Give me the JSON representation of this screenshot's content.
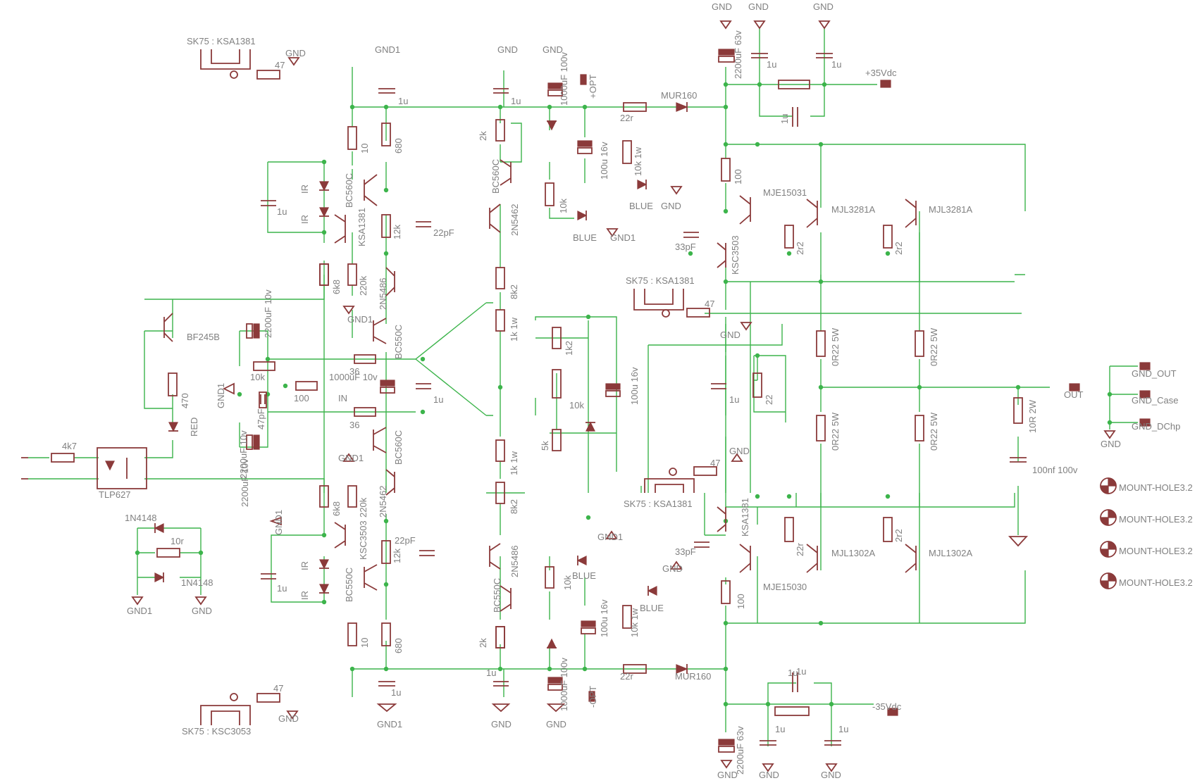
{
  "colors": {
    "background": "#ffffff",
    "wire": "#3cb44b",
    "component": "#8b3a3a",
    "text": "#808080"
  },
  "labels": [
    {
      "id": "sk75-ksa1381-top",
      "text": "SK75 : KSA1381"
    },
    {
      "id": "gnd-sk-top",
      "text": "GND"
    },
    {
      "id": "r47-sk-top",
      "text": "47"
    },
    {
      "id": "gnd1-top-a",
      "text": "GND1"
    },
    {
      "id": "c1u-top-a",
      "text": "1u"
    },
    {
      "id": "gnd-top-b",
      "text": "GND"
    },
    {
      "id": "gnd-top-c",
      "text": "GND"
    },
    {
      "id": "c1000uf-top",
      "text": "1000uF 100v"
    },
    {
      "id": "opt-top",
      "text": "+OPT"
    },
    {
      "id": "c1u-top-b",
      "text": "1u"
    },
    {
      "id": "r22r-top",
      "text": "22r"
    },
    {
      "id": "mur160-top",
      "text": "MUR160"
    },
    {
      "id": "gnd-top-d",
      "text": "GND"
    },
    {
      "id": "gnd-top-e",
      "text": "GND"
    },
    {
      "id": "gnd-top-f",
      "text": "GND"
    },
    {
      "id": "c2200uf63v-top",
      "text": "2200uF 63v"
    },
    {
      "id": "c1u-top-c",
      "text": "1u"
    },
    {
      "id": "c1u-top-d",
      "text": "1u"
    },
    {
      "id": "v35-top",
      "text": "+35Vdc"
    },
    {
      "id": "c1u-top-e",
      "text": "1u"
    },
    {
      "id": "r10-top",
      "text": "10"
    },
    {
      "id": "r680-top",
      "text": "680"
    },
    {
      "id": "ir-1",
      "text": "IR"
    },
    {
      "id": "ir-2",
      "text": "IR"
    },
    {
      "id": "bc560c-top",
      "text": "BC560C"
    },
    {
      "id": "ksa1381-q",
      "text": "KSA1381"
    },
    {
      "id": "c1u-left-top",
      "text": "1u"
    },
    {
      "id": "r12k-top",
      "text": "12k"
    },
    {
      "id": "c22pf-top",
      "text": "22pF"
    },
    {
      "id": "r2k-top",
      "text": "2k"
    },
    {
      "id": "bc560c-top2",
      "text": "BC560C"
    },
    {
      "id": "q2n5462-top",
      "text": "2N5462"
    },
    {
      "id": "r10k-top",
      "text": "10k"
    },
    {
      "id": "blue-top",
      "text": "BLUE"
    },
    {
      "id": "gnd1-top-led",
      "text": "GND1"
    },
    {
      "id": "c100u16v-top",
      "text": "100u 16v"
    },
    {
      "id": "r10k1w-top",
      "text": "10k 1w"
    },
    {
      "id": "blue-top2",
      "text": "BLUE"
    },
    {
      "id": "gnd-top-led2",
      "text": "GND"
    },
    {
      "id": "r100-top",
      "text": "100"
    },
    {
      "id": "mje15031",
      "text": "MJE15031"
    },
    {
      "id": "mjl3281a-1",
      "text": "MJL3281A"
    },
    {
      "id": "mjl3281a-2",
      "text": "MJL3281A"
    },
    {
      "id": "c33pf-top",
      "text": "33pF"
    },
    {
      "id": "ksc3503-top",
      "text": "KSC3503"
    },
    {
      "id": "r2r2-top-a",
      "text": "2r2"
    },
    {
      "id": "r2r2-top-b",
      "text": "2r2"
    },
    {
      "id": "r6k8-top",
      "text": "6k8"
    },
    {
      "id": "r220k-top",
      "text": "220k"
    },
    {
      "id": "q2n5486-top",
      "text": "2N5486"
    },
    {
      "id": "gnd1-mid-top",
      "text": "GND1"
    },
    {
      "id": "c2200uf10v-top",
      "text": "2200uF 10v"
    },
    {
      "id": "bc550c-top",
      "text": "BC550C"
    },
    {
      "id": "r8k2-top",
      "text": "8k2"
    },
    {
      "id": "bf245b",
      "text": "BF245B"
    },
    {
      "id": "sk75-ksa1381-mid",
      "text": "SK75 : KSA1381"
    },
    {
      "id": "r47-sk-mid",
      "text": "47"
    },
    {
      "id": "gnd-sk-mid",
      "text": "GND"
    },
    {
      "id": "r1k1w-top",
      "text": "1k 1w"
    },
    {
      "id": "r1k2",
      "text": "1k2"
    },
    {
      "id": "r0r22-1",
      "text": "0R22 5W"
    },
    {
      "id": "r0r22-2",
      "text": "0R22 5W"
    },
    {
      "id": "r36-top",
      "text": "36"
    },
    {
      "id": "r10k-mid",
      "text": "10k"
    },
    {
      "id": "c1000uf10v",
      "text": "1000uF 10v"
    },
    {
      "id": "c100u16v-mid",
      "text": "100u 16v"
    },
    {
      "id": "gnd1-left",
      "text": "GND1"
    },
    {
      "id": "r470",
      "text": "470"
    },
    {
      "id": "r100-in",
      "text": "100"
    },
    {
      "id": "in-label",
      "text": "IN"
    },
    {
      "id": "c1u-mid",
      "text": "1u"
    },
    {
      "id": "r10k-pot",
      "text": "10k"
    },
    {
      "id": "c1u-mid2",
      "text": "1u"
    },
    {
      "id": "r22-mid",
      "text": "22"
    },
    {
      "id": "out-label",
      "text": "OUT"
    },
    {
      "id": "gnd-out",
      "text": "GND_OUT"
    },
    {
      "id": "gnd-case",
      "text": "GND_Case"
    },
    {
      "id": "gnd-dchp",
      "text": "GND_DChp"
    },
    {
      "id": "c47pf",
      "text": "47pF"
    },
    {
      "id": "r36-bot",
      "text": "36"
    },
    {
      "id": "red-led",
      "text": "RED"
    },
    {
      "id": "r10r2w",
      "text": "10R 2W"
    },
    {
      "id": "gnd-chassis",
      "text": "GND"
    },
    {
      "id": "r0r22-3",
      "text": "0R22 5W"
    },
    {
      "id": "r0r22-4",
      "text": "0R22 5W"
    },
    {
      "id": "r5k",
      "text": "5k"
    },
    {
      "id": "r4k7",
      "text": "4k7"
    },
    {
      "id": "bc560c-mid",
      "text": "BC560C"
    },
    {
      "id": "r1k1w-bot",
      "text": "1k 1w"
    },
    {
      "id": "gnd-sk-bot",
      "text": "GND"
    },
    {
      "id": "r47-sk-bot",
      "text": "47"
    },
    {
      "id": "c2200uf10v-bot",
      "text": "2200uF 10v"
    },
    {
      "id": "gnd1-mid-bot",
      "text": "GND1"
    },
    {
      "id": "tlp627",
      "text": "TLP627"
    },
    {
      "id": "r6k8-bot",
      "text": "6k8"
    },
    {
      "id": "r220k-bot",
      "text": "220k"
    },
    {
      "id": "q2n5462-bot",
      "text": "2N5462"
    },
    {
      "id": "r8k2-bot",
      "text": "8k2"
    },
    {
      "id": "sk75-ksa1381-bot",
      "text": "SK75 : KSA1381"
    },
    {
      "id": "c100nf",
      "text": "100nf 100v"
    },
    {
      "id": "mh1",
      "text": "MOUNT-HOLE3.2"
    },
    {
      "id": "mh2",
      "text": "MOUNT-HOLE3.2"
    },
    {
      "id": "mh3",
      "text": "MOUNT-HOLE3.2"
    },
    {
      "id": "mh4",
      "text": "MOUNT-HOLE3.2"
    },
    {
      "id": "ksa1381-bot",
      "text": "KSA1381"
    },
    {
      "id": "d1n4148-1",
      "text": "1N4148"
    },
    {
      "id": "gnd1-bot-left",
      "text": "GND1"
    },
    {
      "id": "ksc3503-bot",
      "text": "KSC3503"
    },
    {
      "id": "c22pf-bot",
      "text": "22pF"
    },
    {
      "id": "r10r",
      "text": "10r"
    },
    {
      "id": "r12k-bot",
      "text": "12k"
    },
    {
      "id": "c33pf-bot",
      "text": "33pF"
    },
    {
      "id": "r22r-bot",
      "text": "22r"
    },
    {
      "id": "r2r2-bot-b",
      "text": "2r2"
    },
    {
      "id": "mjl1302a-1",
      "text": "MJL1302A"
    },
    {
      "id": "mjl1302a-2",
      "text": "MJL1302A"
    },
    {
      "id": "gnd1-bot-led",
      "text": "GND1"
    },
    {
      "id": "q2n5486-bot",
      "text": "2N5486"
    },
    {
      "id": "ir-3",
      "text": "IR"
    },
    {
      "id": "ir-4",
      "text": "IR"
    },
    {
      "id": "c1u-bot-left",
      "text": "1u"
    },
    {
      "id": "bc550c-bot",
      "text": "BC550C"
    },
    {
      "id": "d1n4148-2",
      "text": "1N4148"
    },
    {
      "id": "gnd1-bl",
      "text": "GND1"
    },
    {
      "id": "gnd-bl",
      "text": "GND"
    },
    {
      "id": "r10k-bot",
      "text": "10k"
    },
    {
      "id": "blue-bot",
      "text": "BLUE"
    },
    {
      "id": "gnd-bot-led",
      "text": "GND"
    },
    {
      "id": "r100-bot",
      "text": "100"
    },
    {
      "id": "mje15030",
      "text": "MJE15030"
    },
    {
      "id": "blue-bot2",
      "text": "BLUE"
    },
    {
      "id": "r10k1w-bot",
      "text": "10k 1w"
    },
    {
      "id": "c100u16v-bot",
      "text": "100u 16v"
    },
    {
      "id": "bc550c-bot2",
      "text": "BC550C"
    },
    {
      "id": "r2k-bot",
      "text": "2k"
    },
    {
      "id": "r10-bot",
      "text": "10"
    },
    {
      "id": "r680-bot",
      "text": "680"
    },
    {
      "id": "c1000uf-bot",
      "text": "1000uF 100v"
    },
    {
      "id": "c1u-bot-a",
      "text": "1u"
    },
    {
      "id": "r22r-bot2",
      "text": "22r"
    },
    {
      "id": "mur160-bot",
      "text": "MUR160"
    },
    {
      "id": "opt-bot",
      "text": "-OPT"
    },
    {
      "id": "c1u-bot-b",
      "text": "1u"
    },
    {
      "id": "c1u-bot-c",
      "text": "1u"
    },
    {
      "id": "v35-bot",
      "text": "-35Vdc"
    },
    {
      "id": "c1u-bot-d",
      "text": "1u"
    },
    {
      "id": "c1u-bot-e",
      "text": "1u"
    },
    {
      "id": "c2200uf63v-bot",
      "text": "2200uF 63v"
    },
    {
      "id": "c1u-bot-f",
      "text": "1u"
    },
    {
      "id": "gnd1-bot-a",
      "text": "GND1"
    },
    {
      "id": "gnd-bot-b",
      "text": "GND"
    },
    {
      "id": "gnd-bot-c",
      "text": "GND"
    },
    {
      "id": "gnd-bot-d",
      "text": "GND"
    },
    {
      "id": "gnd-bot-e",
      "text": "GND"
    },
    {
      "id": "gnd-bot-f",
      "text": "GND"
    },
    {
      "id": "sk75-ksc3053",
      "text": "SK75 : KSC3053"
    },
    {
      "id": "r47-sk-bl",
      "text": "47"
    },
    {
      "id": "gnd-sk-bl",
      "text": "GND"
    },
    {
      "id": "c2200uf10v-mid",
      "text": "2200uF 10v"
    }
  ]
}
